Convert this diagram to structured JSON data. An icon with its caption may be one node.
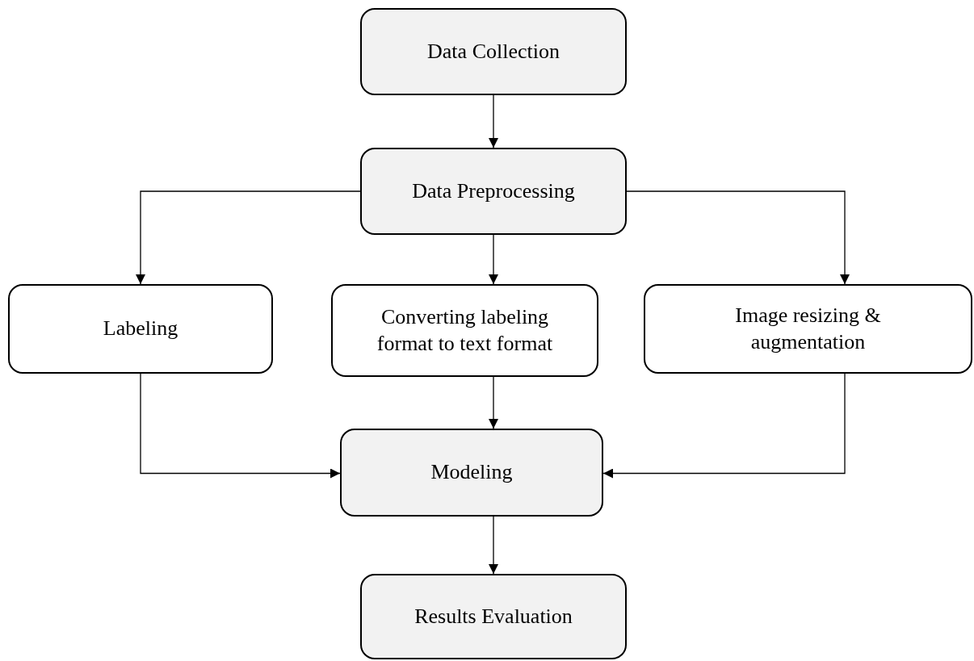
{
  "diagram": {
    "nodes": [
      {
        "text": [
          "Data Collection"
        ]
      },
      {
        "text": [
          "Data Preprocessing"
        ]
      },
      {
        "text": [
          "Labeling"
        ]
      },
      {
        "text": [
          "Converting labeling format to text format"
        ]
      },
      {
        "text": [
          "Image resizing & augmentation"
        ]
      },
      {
        "text": [
          "Modeling"
        ]
      },
      {
        "text": [
          "Results Evaluation"
        ]
      }
    ],
    "edges": [
      {
        "from": 0,
        "to": 1,
        "arrow": "to"
      },
      {
        "from": 1,
        "to": 2,
        "arrow": "to"
      },
      {
        "from": 1,
        "to": 3,
        "arrow": "to"
      },
      {
        "from": 1,
        "to": 4,
        "arrow": "to"
      },
      {
        "from": 2,
        "to": 5,
        "arrow": "to"
      },
      {
        "from": 3,
        "to": 5,
        "arrow": "to"
      },
      {
        "from": 4,
        "to": 5,
        "arrow": "to"
      },
      {
        "from": 5,
        "to": 6,
        "arrow": "to"
      }
    ]
  }
}
